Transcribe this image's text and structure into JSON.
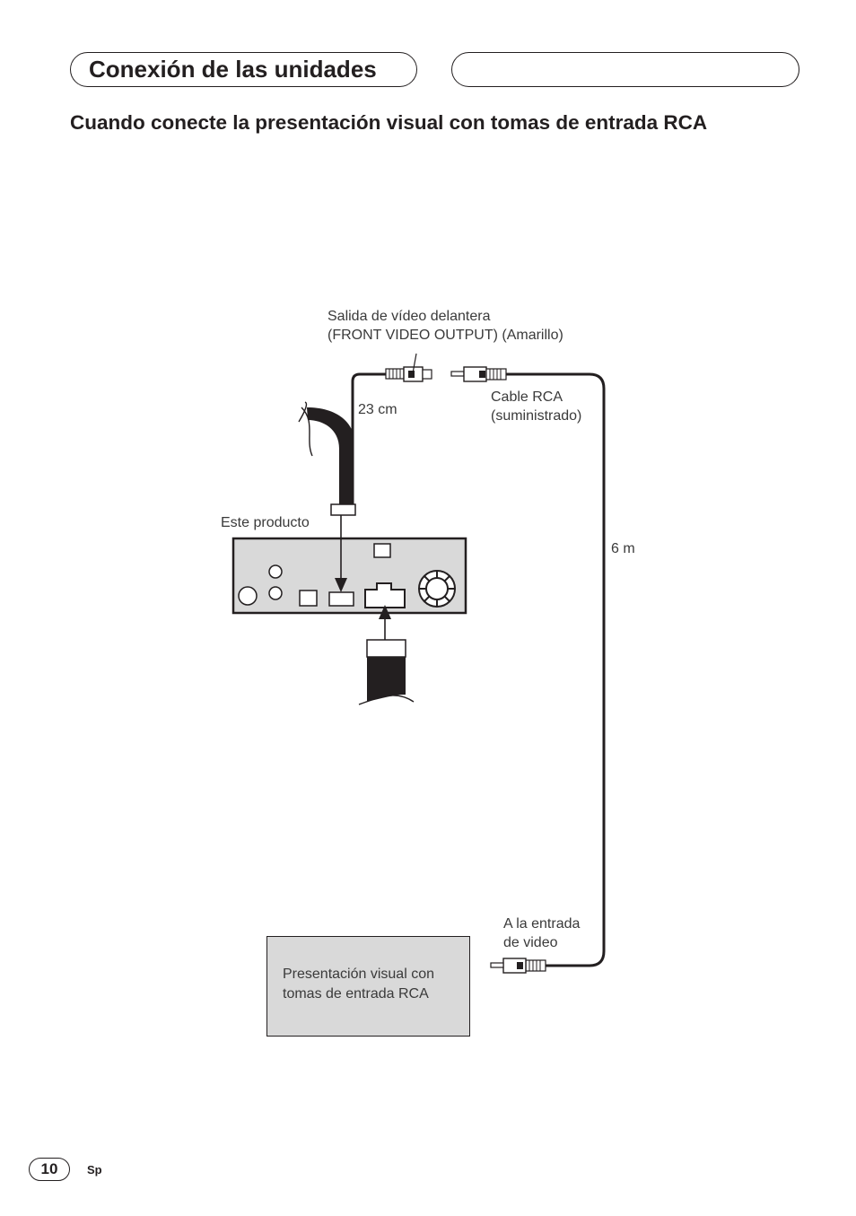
{
  "header": {
    "section_title": "Conexión de las unidades",
    "subheading": "Cuando conecte la presentación visual con tomas de entrada RCA"
  },
  "diagram": {
    "front_video_output_line1": "Salida de vídeo delantera",
    "front_video_output_line2": "(FRONT VIDEO OUTPUT) (Amarillo)",
    "short_cable_length": "23 cm",
    "rca_cable_line1": "Cable RCA",
    "rca_cable_line2": "(suministrado)",
    "this_product": "Este producto",
    "long_cable_length": "6 m",
    "video_input_line1": "A la entrada",
    "video_input_line2": "de video",
    "display_line1": "Presentación visual con",
    "display_line2": "tomas de entrada RCA"
  },
  "footer": {
    "page_number": "10",
    "language": "Sp"
  }
}
